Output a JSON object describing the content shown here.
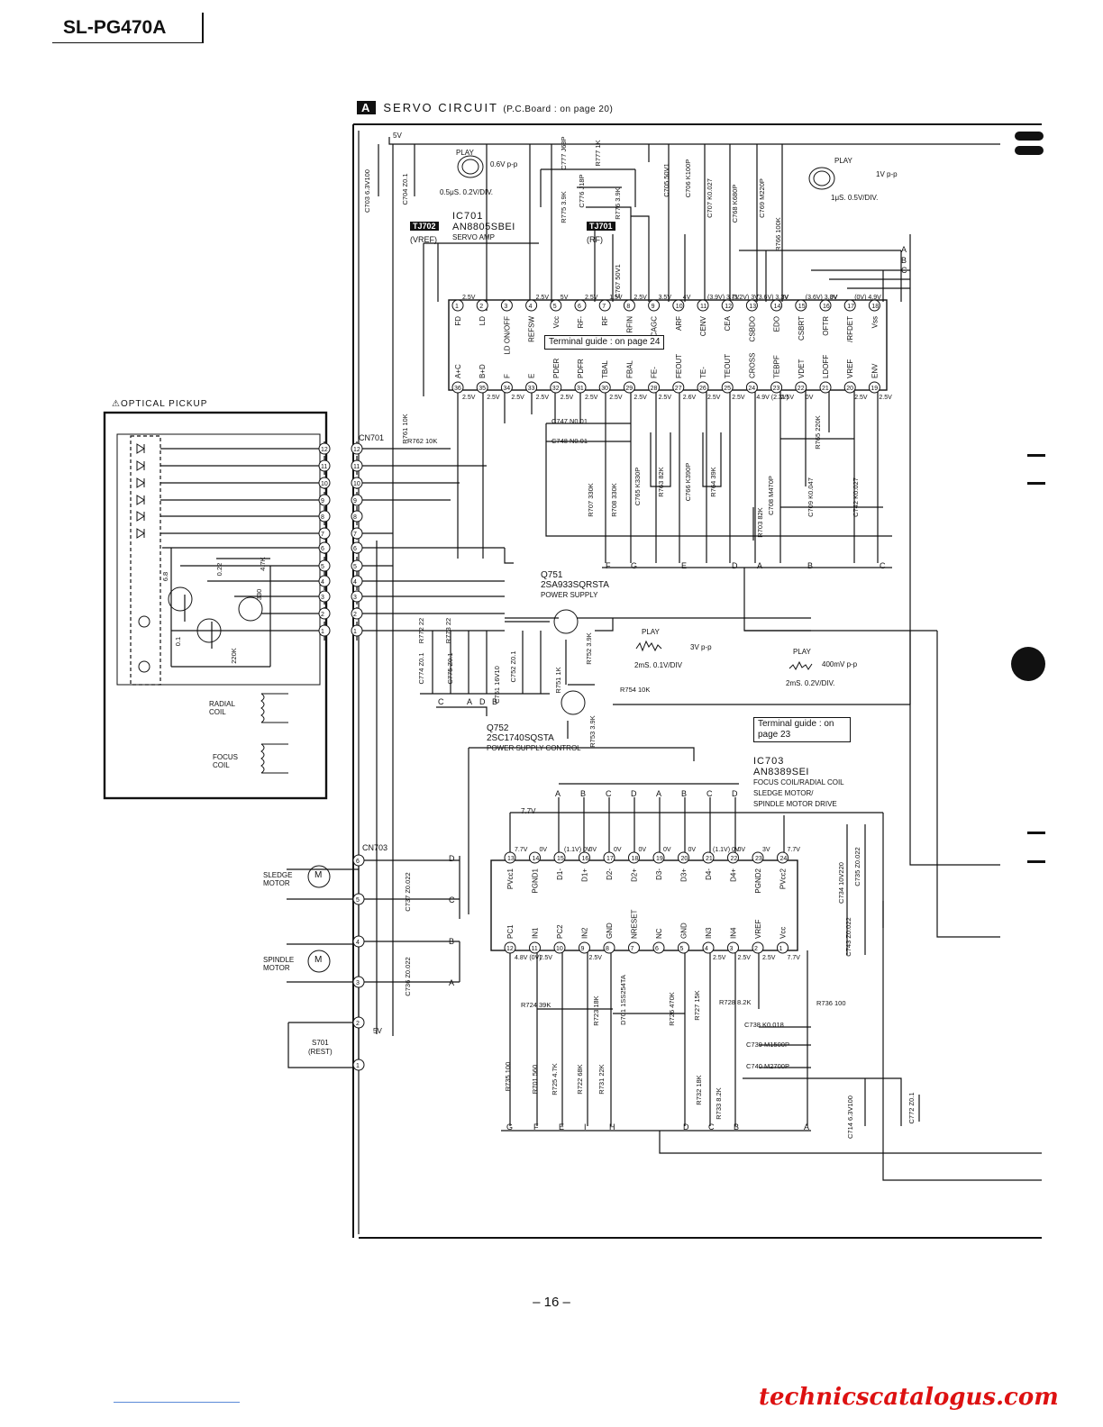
{
  "model": "SL-PG470A",
  "section": {
    "letter": "A",
    "title": "SERVO  CIRCUIT",
    "subtitle": "(P.C.Board : on page 20)"
  },
  "page_number": "– 16 –",
  "watermark": "technicscatalogus.com",
  "ic701": {
    "ref": "IC701",
    "part": "AN8805SBEI",
    "function": "SERVO AMP",
    "top_pins": [
      "1",
      "2",
      "3",
      "4",
      "5",
      "6",
      "7",
      "8",
      "9",
      "10",
      "11",
      "12",
      "13",
      "14",
      "15",
      "16",
      "17",
      "18"
    ],
    "top_names": [
      "FD",
      "LD",
      "LD ON/OFF",
      "REFSW",
      "Vcc",
      "RF-",
      "RF",
      "RFIN",
      "CAGC",
      "ARF",
      "CENV",
      "CEA",
      "CSBDO",
      "EDO",
      "CSBRT",
      "OFTR",
      "/RFDET",
      "Vss"
    ],
    "top_volts": [
      "2.5V",
      "",
      "",
      "2.5V",
      "5V",
      "2.5V",
      "1.5V",
      "2.5V",
      "3.5V",
      "4V",
      "(3.9V) 3.7V",
      "(3.2V) 3V",
      "(3.6V) 3.3V",
      "3V",
      "(3.6V) 3.3V",
      "0V",
      "(0V) 4.9V",
      ""
    ],
    "bottom_pins": [
      "36",
      "35",
      "34",
      "33",
      "32",
      "31",
      "30",
      "29",
      "28",
      "27",
      "26",
      "25",
      "24",
      "23",
      "22",
      "21",
      "20",
      "19"
    ],
    "bottom_names": [
      "A+C",
      "B+D",
      "F",
      "E",
      "PDER",
      "PDFR",
      "TBAL",
      "FBAL",
      "FE-",
      "FEOUT",
      "TE-",
      "TEOUT",
      "CROSS",
      "TEBPF",
      "VDET",
      "LDOFF",
      "VREF",
      "ENV"
    ],
    "bottom_volts": [
      "2.5V",
      "2.5V",
      "2.5V",
      "2.5V",
      "2.5V",
      "2.5V",
      "2.5V",
      "2.5V",
      "2.5V",
      "2.6V",
      "2.5V",
      "2.5V",
      "4.9V (2.3V)",
      "2.5V",
      "0V",
      "",
      "2.5V",
      "2.5V"
    ]
  },
  "ic703": {
    "ref": "IC703",
    "part": "AN8389SEI",
    "function1": "FOCUS COIL/RADIAL COIL",
    "function2": "SLEDGE MOTOR/",
    "function3": "SPINDLE MOTOR DRIVE",
    "top_pins": [
      "13",
      "14",
      "15",
      "16",
      "17",
      "18",
      "19",
      "20",
      "21",
      "22",
      "23",
      "24"
    ],
    "top_names": [
      "PVcc1",
      "PGND1",
      "D1-",
      "D1+",
      "D2-",
      "D2+",
      "D3-",
      "D3+",
      "D4-",
      "D4+",
      "PGND2",
      "PVcc2"
    ],
    "top_volts": [
      "7.7V",
      "0V",
      "(1.1V) 0V",
      "0V",
      "0V",
      "0V",
      "0V",
      "0V",
      "(1.1V) 0V",
      "0V",
      "3V",
      "7.7V"
    ],
    "bottom_pins": [
      "12",
      "11",
      "10",
      "9",
      "8",
      "7",
      "6",
      "5",
      "4",
      "3",
      "2",
      "1"
    ],
    "bottom_names": [
      "PC1",
      "IN1",
      "PC2",
      "IN2",
      "GND",
      "NRESET",
      "NC",
      "GND",
      "IN3",
      "IN4",
      "VREF",
      "Vcc"
    ],
    "bottom_volts": [
      "4.8V (0V)",
      "2.5V",
      "",
      "2.5V",
      "",
      "",
      "",
      "",
      "2.5V",
      "2.5V",
      "2.5V",
      "7.7V"
    ]
  },
  "terminal_guide_1": "Terminal guide : on page 24",
  "terminal_guide_2": "Terminal guide : on page 23",
  "testpoints": {
    "tj702": "TJ702",
    "tj702_sub": "(VREF)",
    "tj701": "TJ701",
    "tj701_sub": "(RF)"
  },
  "pickup_label": "⚠OPTICAL PICKUP",
  "connectors": {
    "cn701": "CN701",
    "cn703": "CN703"
  },
  "cn701_pins": [
    "12",
    "11",
    "10",
    "9",
    "8",
    "7",
    "6",
    "5",
    "4",
    "3",
    "2",
    "1"
  ],
  "cn703_pins": [
    "6",
    "5",
    "4",
    "3",
    "2",
    "1"
  ],
  "coils": {
    "radial": "RADIAL COIL",
    "focus": "FOCUS COIL"
  },
  "motors": {
    "sledge": "SLEDGE MOTOR",
    "spindle": "SPINDLE MOTOR",
    "m": "M"
  },
  "switch": {
    "ref": "S701",
    "name": "(REST)"
  },
  "transistors": {
    "q751_ref": "Q751",
    "q751_part": "2SA933SQRSTA",
    "q751_fn": "POWER SUPPLY",
    "q752_ref": "Q752",
    "q752_part": "2SC1740SQSTA",
    "q752_fn": "POWER SUPPLY CONTROL"
  },
  "waveforms": {
    "w1_mode": "PLAY",
    "w1_amp": "0.6V p-p",
    "w1_scale": "0.5μS. 0.2V/DIV.",
    "w2_mode": "PLAY",
    "w2_amp": "1V p-p",
    "w2_scale": "1μS. 0.5V/DIV.",
    "w3_mode": "PLAY",
    "w3_amp": "3V p-p",
    "w3_scale": "2mS. 0.1V/DIV",
    "w4_mode": "PLAY",
    "w4_amp": "400mV p-p",
    "w4_scale": "2mS. 0.2V/DIV."
  },
  "supply_5v": "5V",
  "supply_77v": "7.7V",
  "components": [
    "C703 6.3V100",
    "C704 Z0.1",
    "C777 J68P",
    "R777 1K",
    "C776 J18P",
    "R775 3.9K",
    "R776 3.9K",
    "C705 50V1",
    "C706 K100P",
    "C707 K0.027",
    "C768 K680P",
    "C769 M220P",
    "C767 50V1",
    "R766 100K",
    "R761 10K",
    "R762 10K",
    "C747 N0.01",
    "C748 N0.01",
    "R707 330K",
    "R708 330K",
    "C765 K330P",
    "R763 82K",
    "C766 K390P",
    "R764 39K",
    "C708 M470P",
    "R765 220K",
    "C709 K0.047",
    "C742 K0.027",
    "R703 82K",
    "R772 22",
    "R773 22",
    "C774 Z0.1",
    "C775 Z0.1",
    "C751 16V10",
    "C752 Z0.1",
    "R752 3.9K",
    "R751 1K",
    "R753 3.9K",
    "R754 10K",
    "C737 Z0.022",
    "C736 Z0.022",
    "C734 10V220",
    "C735 Z0.022",
    "C743 Z0.022",
    "R724 39K",
    "R723 18K",
    "D701 1SS254TA",
    "R726 470K",
    "R727 15K",
    "R728 8.2K",
    "R736 100",
    "C738 K0.018",
    "C739 M1500P",
    "C740 M2700P",
    "R735 100",
    "R701 560",
    "R725 4.7K",
    "R722 68K",
    "R731 22K",
    "R732 18K",
    "R733 8.2K",
    "C714 6.3V100",
    "C772 Z0.1"
  ],
  "pickup_parts": [
    "6.8",
    "0.22",
    "4.7K",
    "330",
    "0.1",
    "220K"
  ],
  "bus_letters_top": [
    "A",
    "B",
    "C"
  ],
  "bus_letters_ic701": [
    "F",
    "G",
    "E",
    "D",
    "A",
    "B",
    "C"
  ],
  "bus_letters_q751": [
    "C",
    "A",
    "D",
    "B"
  ],
  "bus_letters_ic703_in": [
    "A",
    "B",
    "C",
    "D",
    "A",
    "B",
    "C",
    "D"
  ],
  "bus_letters_ic703_out": [
    "G",
    "F",
    "E",
    "I",
    "H",
    "D",
    "C",
    "B",
    "A"
  ],
  "motor_letters": [
    "D",
    "C",
    "B",
    "A"
  ]
}
